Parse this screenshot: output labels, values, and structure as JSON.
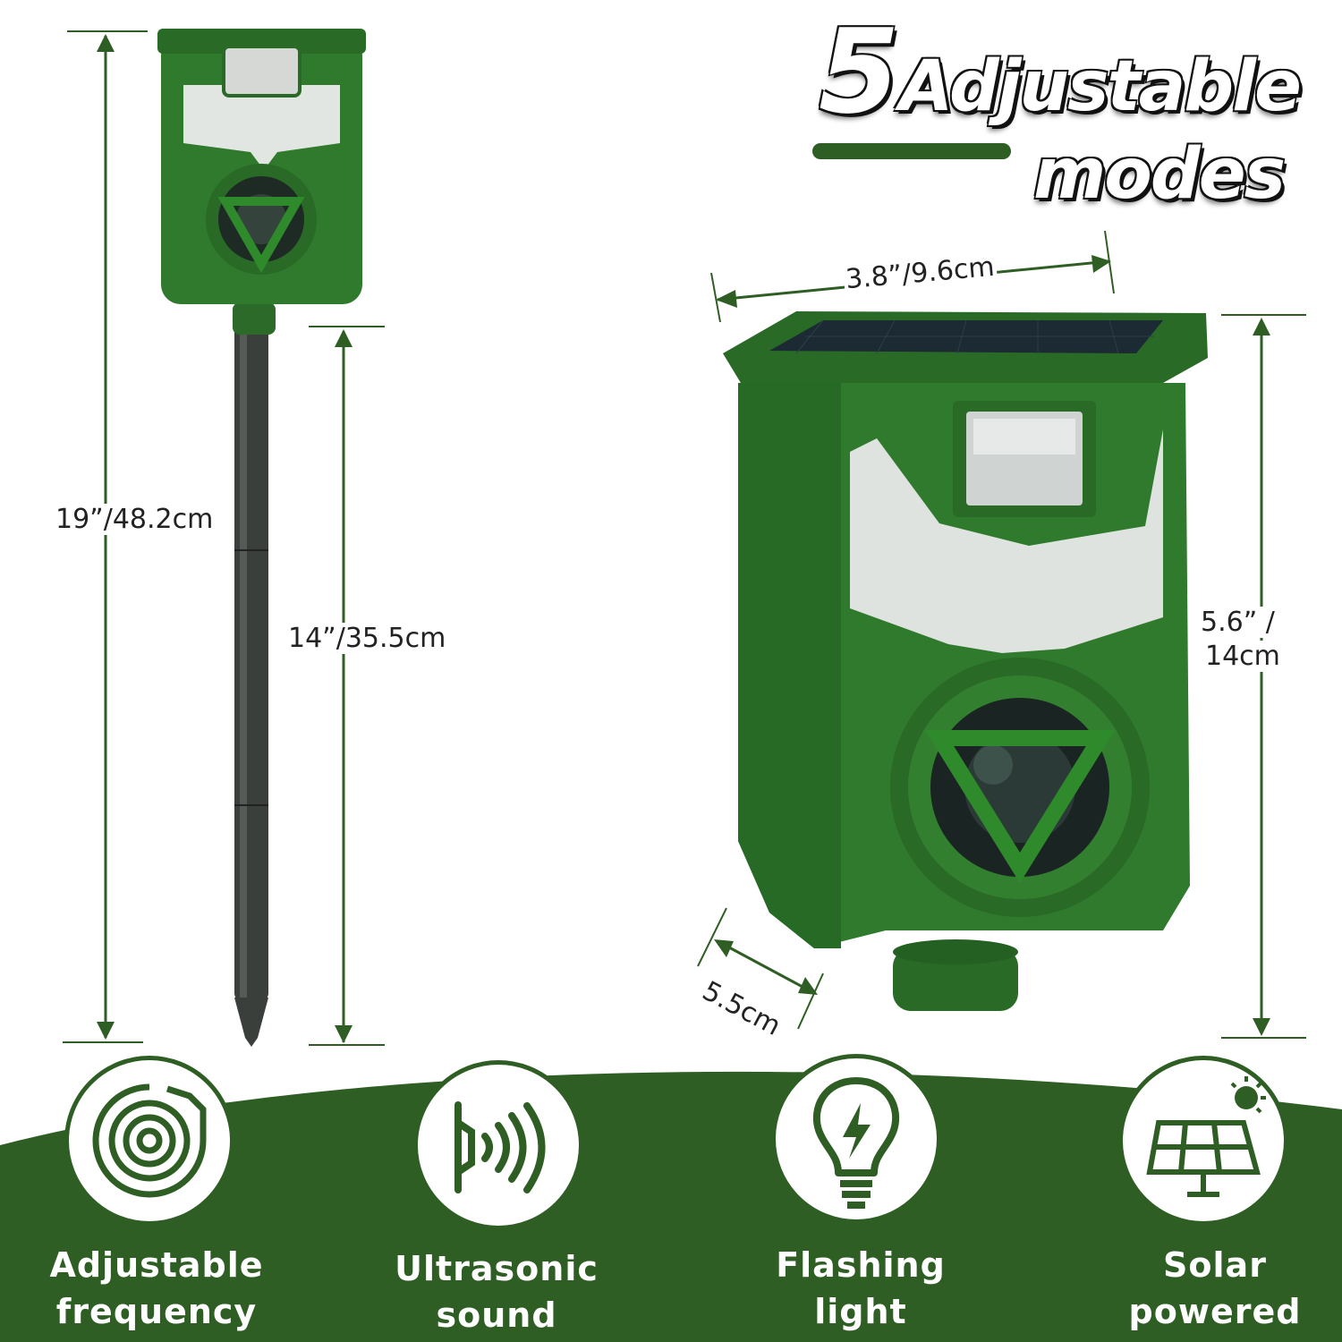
{
  "headline": {
    "number": "5",
    "line1": "Adjustable",
    "line2": "modes"
  },
  "dimensions": {
    "total_height": "19”/48.2cm",
    "stake_length": "14”/35.5cm",
    "width": "3.8”/9.6cm",
    "height": "5.6” /",
    "height_cm": "14cm",
    "depth": "5.5cm"
  },
  "features": [
    {
      "line1": "Adjustable",
      "line2": "frequency",
      "icon": "frequency-icon"
    },
    {
      "line1": "Ultrasonic",
      "line2": "sound",
      "icon": "ultrasonic-sound-icon"
    },
    {
      "line1": "Flashing",
      "line2": "light",
      "icon": "lightbulb-icon"
    },
    {
      "line1": "Solar",
      "line2": "powered",
      "icon": "solar-panel-icon"
    }
  ],
  "colors": {
    "brand_green": "#2e5e24",
    "device_green": "#2f7a2c",
    "background": "#ffffff"
  }
}
